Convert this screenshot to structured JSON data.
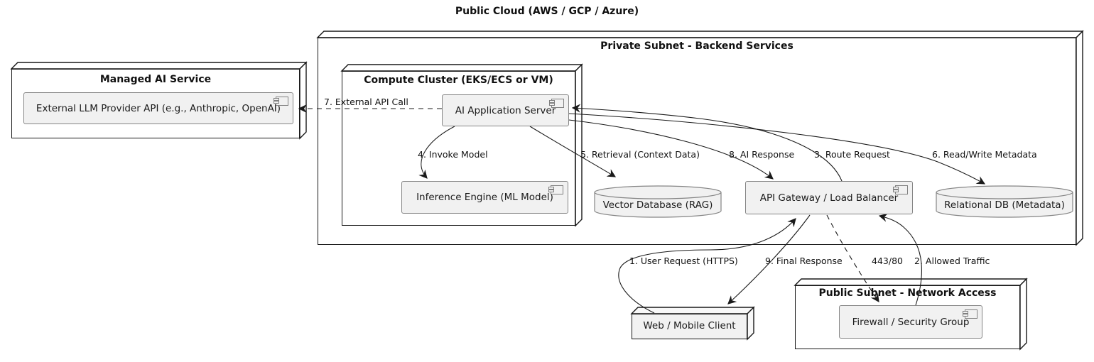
{
  "title": "Public Cloud (AWS / GCP / Azure)",
  "nodes": {
    "private_subnet": {
      "label": "Private Subnet - Backend Services"
    },
    "managed_ai": {
      "label": "Managed AI Service"
    },
    "compute_cluster": {
      "label": "Compute Cluster (EKS/ECS or VM)"
    },
    "public_subnet": {
      "label": "Public Subnet - Network Access"
    },
    "web_client": {
      "label": "Web / Mobile Client"
    }
  },
  "components": {
    "llm_api": {
      "label": "External LLM Provider API (e.g., Anthropic, OpenAI)"
    },
    "app_server": {
      "label": "AI Application Server"
    },
    "inference_engine": {
      "label": "Inference Engine (ML Model)"
    },
    "api_gateway": {
      "label": "API Gateway / Load Balancer"
    },
    "firewall": {
      "label": "Firewall / Security Group"
    }
  },
  "databases": {
    "vector_db": {
      "label": "Vector Database (RAG)"
    },
    "relational_db": {
      "label": "Relational DB (Metadata)"
    }
  },
  "edges": {
    "user_request": {
      "label": "1. User Request (HTTPS)",
      "style": "solid"
    },
    "allowed_traffic": {
      "label": "2. Allowed Traffic",
      "style": "solid"
    },
    "route_request": {
      "label": "3. Route Request",
      "style": "solid"
    },
    "invoke_model": {
      "label": "4. Invoke Model",
      "style": "solid"
    },
    "retrieval": {
      "label": "5. Retrieval (Context Data)",
      "style": "solid"
    },
    "metadata": {
      "label": "6. Read/Write Metadata",
      "style": "solid"
    },
    "external_api": {
      "label": "7. External API Call",
      "style": "dashed"
    },
    "ai_response": {
      "label": "8. AI Response",
      "style": "solid"
    },
    "final_response": {
      "label": "9. Final Response",
      "style": "solid"
    },
    "port": {
      "label": "443/80",
      "style": "dashed"
    }
  },
  "icons": {
    "component_icon": "uml-component-glyph"
  },
  "colors": {
    "background": "#ffffff",
    "node_fill": "#ffffff",
    "node_border": "#181818",
    "component_fill": "#f1f1f1",
    "component_border": "#858585",
    "arrow": "#1a1a1a",
    "text": "#111111"
  }
}
